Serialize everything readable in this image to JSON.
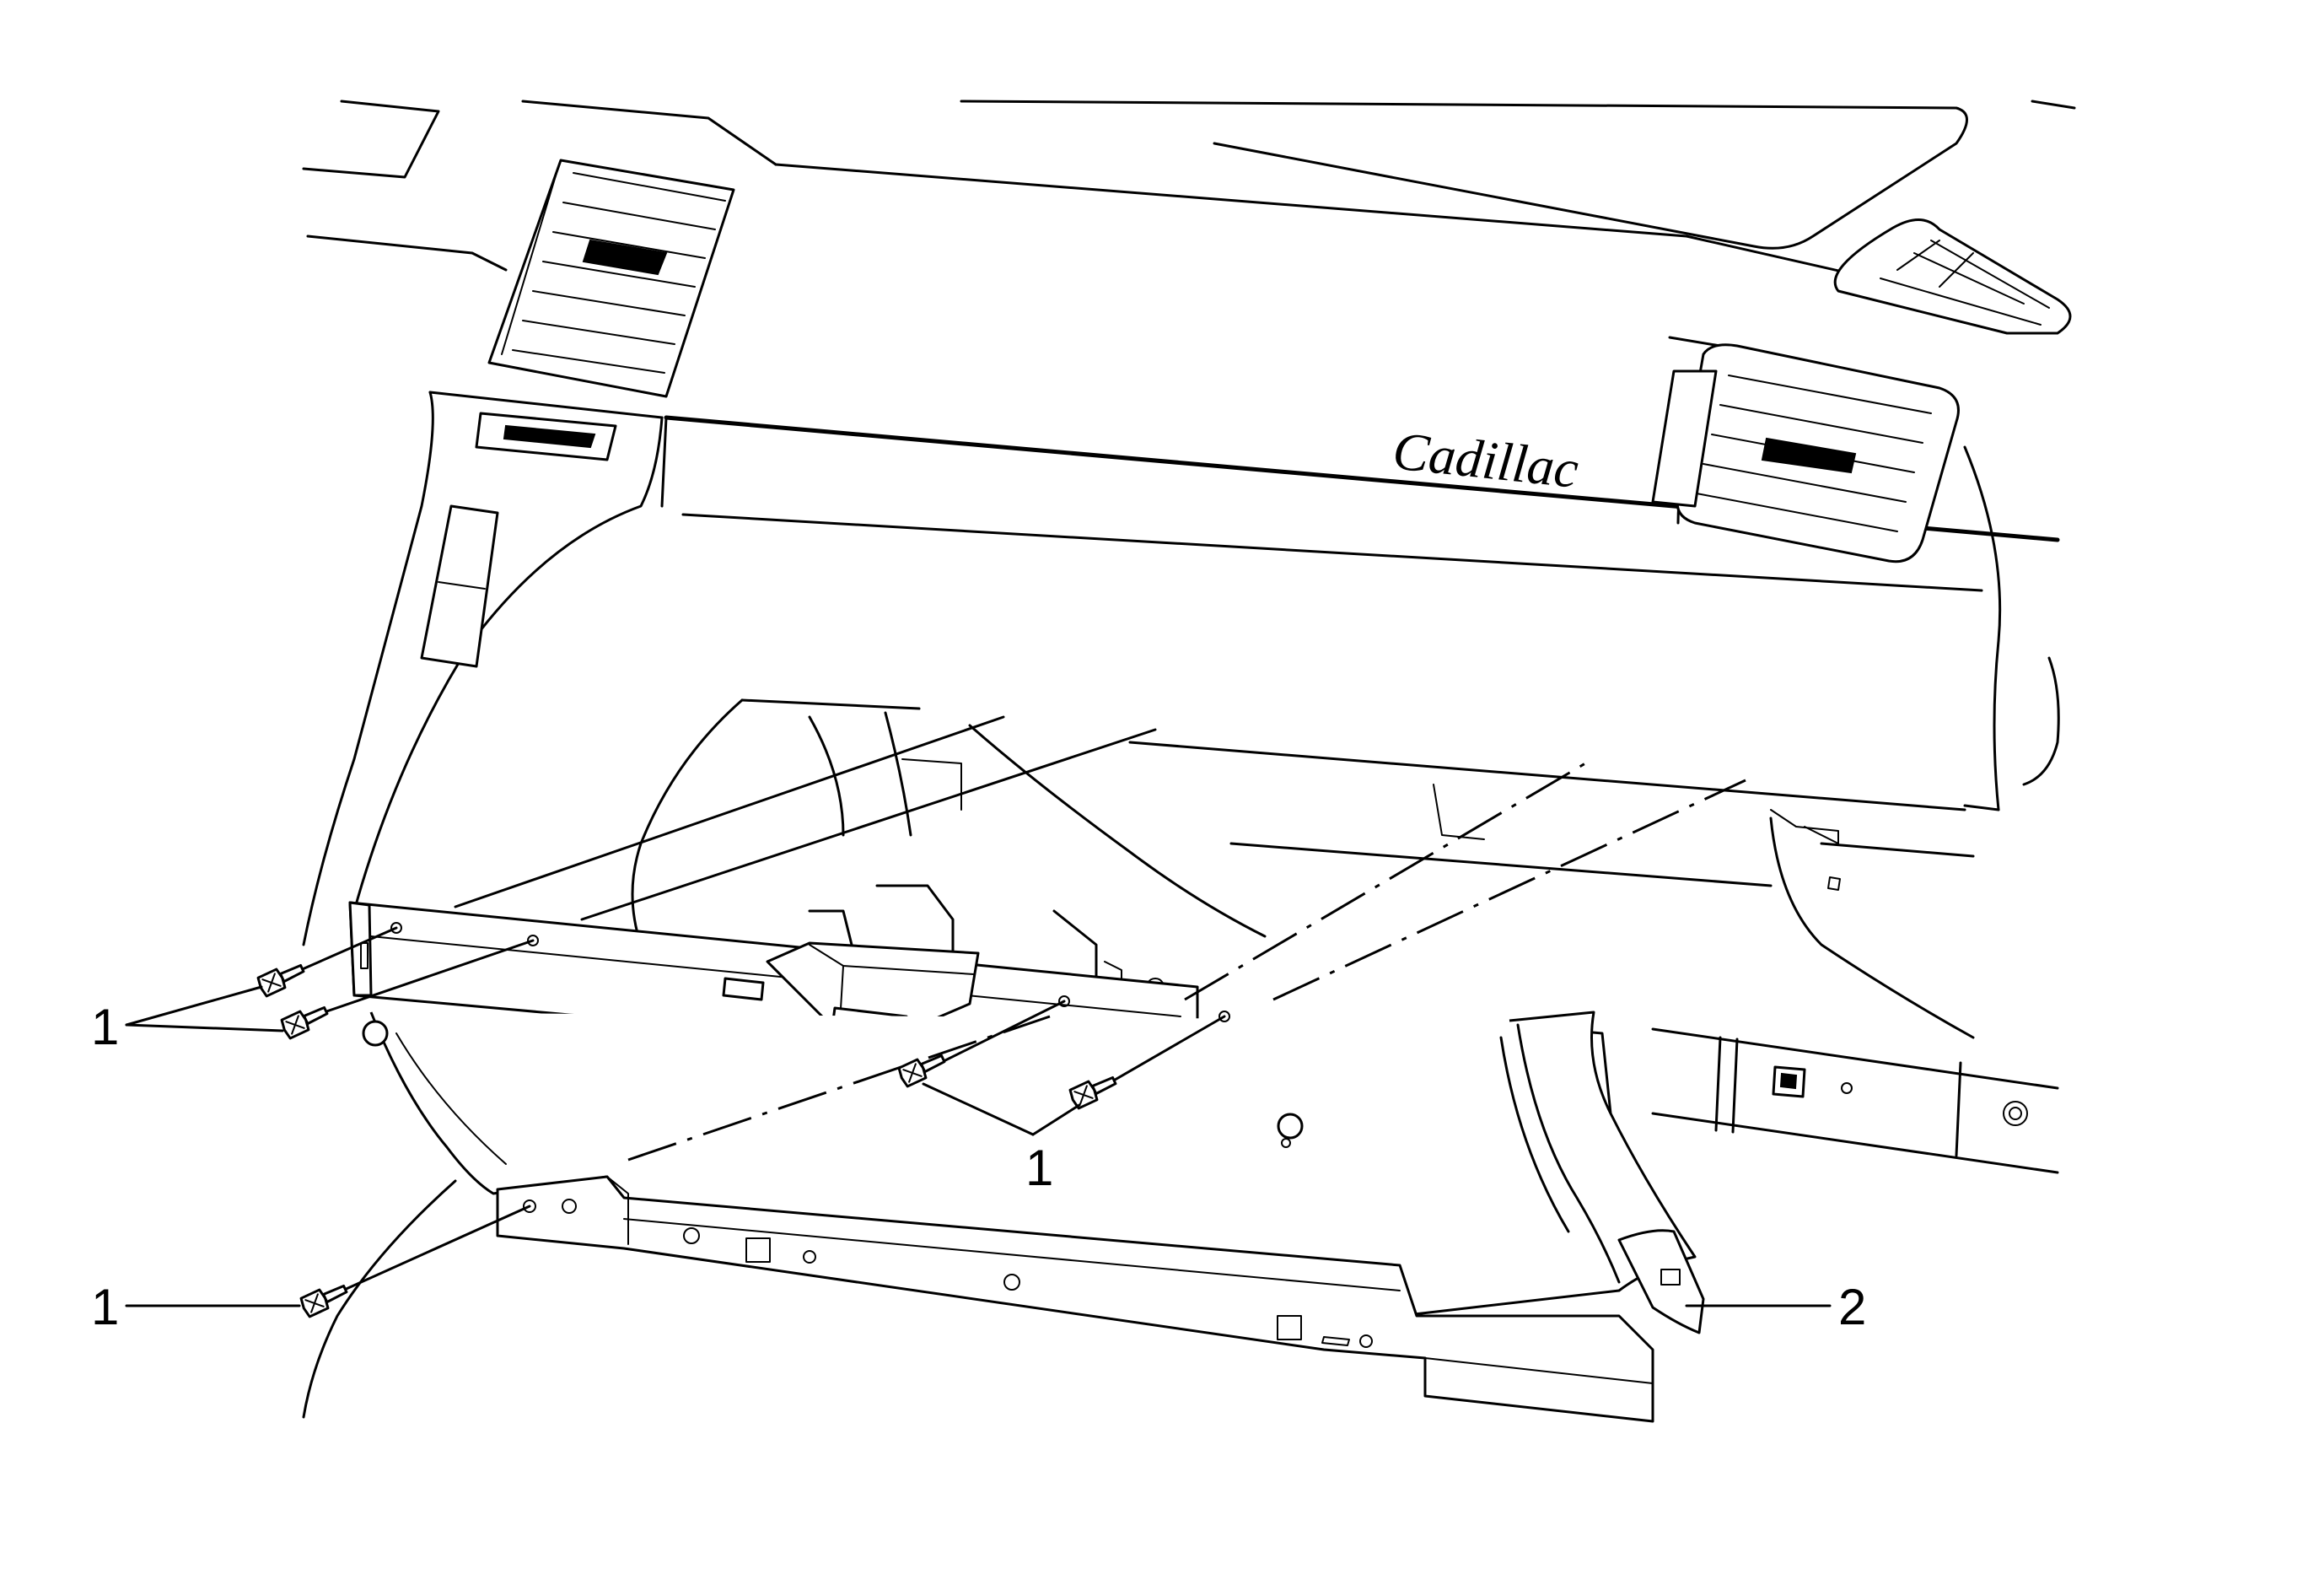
{
  "diagram": {
    "brand_emblem": "Cadillac",
    "callouts": [
      {
        "id": "callout-1a",
        "label": "1"
      },
      {
        "id": "callout-1b",
        "label": "1"
      },
      {
        "id": "callout-1c",
        "label": "1"
      },
      {
        "id": "callout-2",
        "label": "2"
      }
    ],
    "colors": {
      "line": "#000000",
      "background": "#ffffff"
    }
  }
}
